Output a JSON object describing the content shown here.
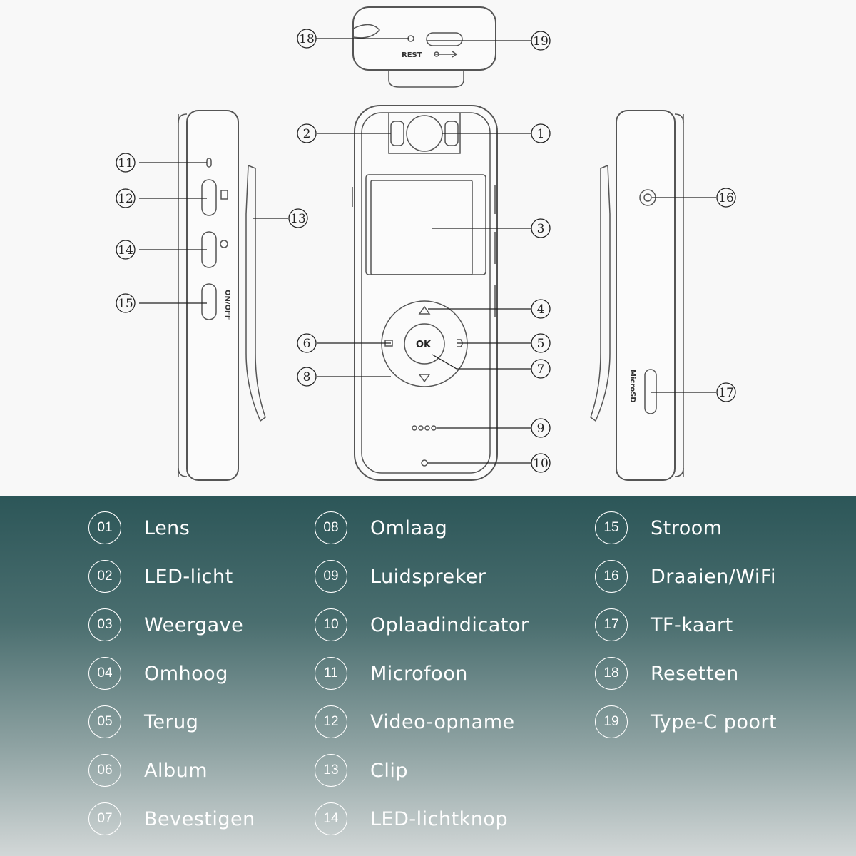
{
  "diagram": {
    "top_view": {
      "rest_label": "REST"
    },
    "side_left": {
      "power_label": "ON/OFF"
    },
    "front": {
      "ok_label": "OK"
    },
    "side_right": {
      "card_label": "MicroSD"
    },
    "callouts": [
      "1",
      "2",
      "3",
      "4",
      "5",
      "6",
      "7",
      "8",
      "9",
      "10",
      "11",
      "12",
      "13",
      "14",
      "15",
      "16",
      "17",
      "18",
      "19"
    ]
  },
  "legend": {
    "columns": [
      [
        {
          "number": "01",
          "label": "Lens"
        },
        {
          "number": "02",
          "label": "LED-licht"
        },
        {
          "number": "03",
          "label": "Weergave"
        },
        {
          "number": "04",
          "label": "Omhoog"
        },
        {
          "number": "05",
          "label": "Terug"
        },
        {
          "number": "06",
          "label": "Album"
        },
        {
          "number": "07",
          "label": "Bevestigen"
        }
      ],
      [
        {
          "number": "08",
          "label": "Omlaag"
        },
        {
          "number": "09",
          "label": "Luidspreker"
        },
        {
          "number": "10",
          "label": "Oplaadindicator"
        },
        {
          "number": "11",
          "label": "Microfoon"
        },
        {
          "number": "12",
          "label": "Video-opname"
        },
        {
          "number": "13",
          "label": "Clip"
        },
        {
          "number": "14",
          "label": "LED-lichtknop"
        }
      ],
      [
        {
          "number": "15",
          "label": "Stroom"
        },
        {
          "number": "16",
          "label": "Draaien/WiFi"
        },
        {
          "number": "17",
          "label": "TF-kaart"
        },
        {
          "number": "18",
          "label": "Resetten"
        },
        {
          "number": "19",
          "label": "Type-C poort"
        }
      ]
    ]
  }
}
